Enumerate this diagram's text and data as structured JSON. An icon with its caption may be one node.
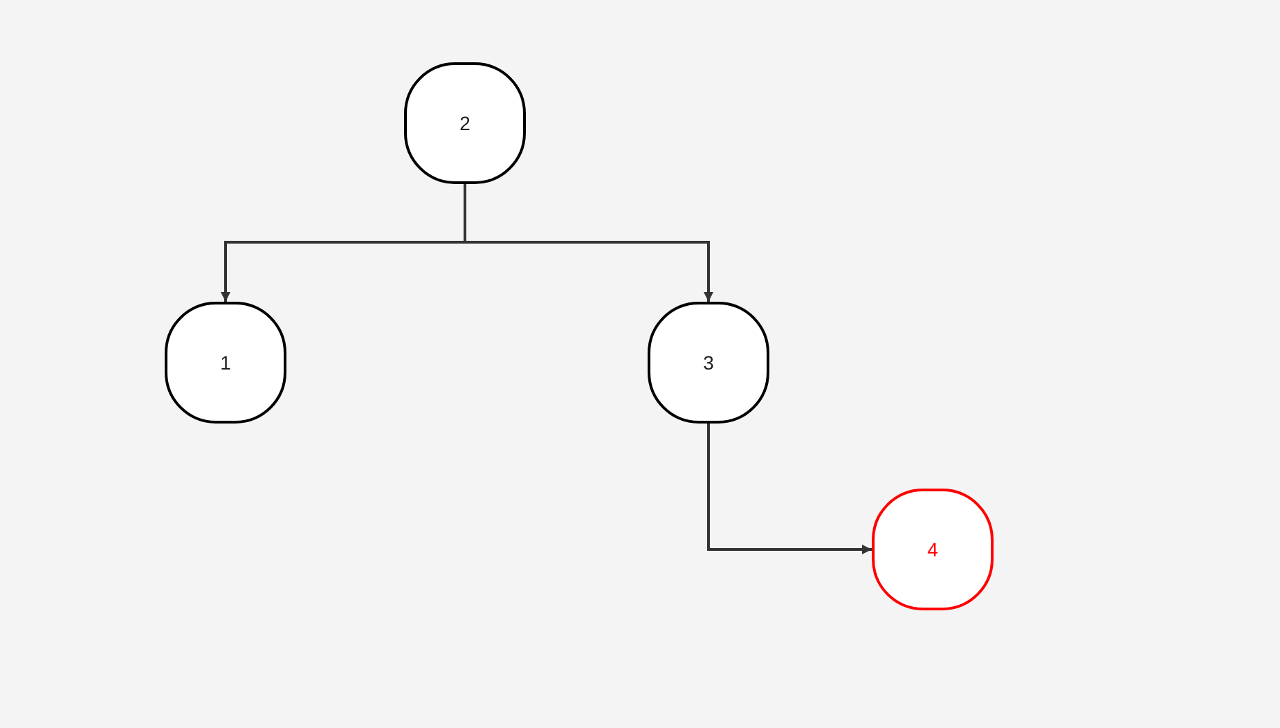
{
  "diagram": {
    "nodes": [
      {
        "text": [
          "2"
        ]
      },
      {
        "text": [
          "1"
        ]
      },
      {
        "text": [
          "3"
        ]
      },
      {
        "text": [
          "4"
        ]
      }
    ],
    "edges": [
      {
        "from": 0,
        "to": 1,
        "arrow": "to"
      },
      {
        "from": 0,
        "to": 2,
        "arrow": "to"
      },
      {
        "from": 2,
        "to": 3,
        "arrow": "to"
      }
    ]
  }
}
